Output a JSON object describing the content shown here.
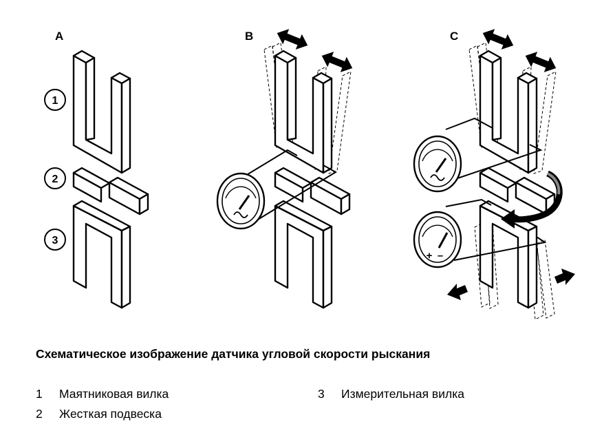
{
  "panels": [
    {
      "letter": "A"
    },
    {
      "letter": "B"
    },
    {
      "letter": "C"
    }
  ],
  "callouts": [
    "1",
    "2",
    "3"
  ],
  "meter_signs": {
    "plus": "+",
    "minus": "–"
  },
  "caption": "Схематическое изображение датчика угловой скорости рыскания",
  "legend": [
    {
      "num": "1",
      "text": "Маятниковая вилка"
    },
    {
      "num": "2",
      "text": "Жесткая подвеска"
    },
    {
      "num": "3",
      "text": "Измерительная вилка"
    }
  ]
}
